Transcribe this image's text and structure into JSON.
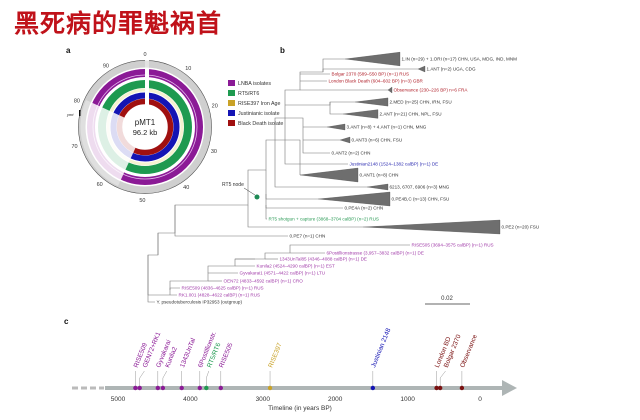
{
  "title": "黑死病的罪魁祸首",
  "panel_labels": {
    "a": "a",
    "b": "b",
    "c": "c"
  },
  "panel_a": {
    "plasmid_name": "pMT1",
    "plasmid_size": "96.2 kb",
    "gene_label": "ymt",
    "ticks": [
      "0",
      "10",
      "20",
      "30",
      "40",
      "50",
      "60",
      "70",
      "80",
      "90"
    ],
    "legend": [
      {
        "label": "LNBA isolates",
        "color": "#8b1a96"
      },
      {
        "label": "RT5/RT6",
        "color": "#1e9a50"
      },
      {
        "label": "RISE397 Iron Age",
        "color": "#c9a227"
      },
      {
        "label": "Justinianic isolate",
        "color": "#1414b4"
      },
      {
        "label": "Black Death isolate",
        "color": "#a01010"
      }
    ]
  },
  "panel_b": {
    "node_label": "RT5 node",
    "scale_label": "0.02",
    "leaves": [
      {
        "label": "1.IN (n=29) + 1.ORI (n=17) CHN, USA, MDG, IND, MNM",
        "color": "#333333"
      },
      {
        "label": "1.ANT (n=2) UGA, CDG",
        "color": "#333333"
      },
      {
        "label": "Bolgar 2370 (589–550 BP) (n=1) RUS",
        "color": "#b0202a"
      },
      {
        "label": "London Black Death (604–602 BP) (n=3) GBR",
        "color": "#b0202a"
      },
      {
        "label": "Observance (230–226 BP) n=6 FRA",
        "color": "#b0202a"
      },
      {
        "label": "2.MED (n=25) CHN, IRN, FSU",
        "color": "#333333"
      },
      {
        "label": "2.ANT (n=21) CHN, NPL, FSU",
        "color": "#333333"
      },
      {
        "label": "3.ANT (n=8) + 4.ANT (n=1) CHN, MNG",
        "color": "#333333"
      },
      {
        "label": "0.ANT3 (n=6) CHN, FSU",
        "color": "#333333"
      },
      {
        "label": "0.ANT2 (n=2) CHN",
        "color": "#333333"
      },
      {
        "label": "Justinian2148 (1524–1382 calBP) (n=1) DE",
        "color": "#2a2ab0"
      },
      {
        "label": "0.ANT1 (n=8) CHN",
        "color": "#333333"
      },
      {
        "label": "6213, 6707, 6906 (n=3) MNG",
        "color": "#333333"
      },
      {
        "label": "0.PE4B,C (n=13) CHN, FSU",
        "color": "#333333"
      },
      {
        "label": "0.PE4A (n=2) CHN",
        "color": "#333333"
      },
      {
        "label": "RT5 shotgun + capture (3868–3704 calBP) (n=2) RUS",
        "color": "#2a9a55"
      },
      {
        "label": "0.PE2 (n=20) FSU",
        "color": "#333333"
      },
      {
        "label": "0.PE7 (n=1) CHN",
        "color": "#333333"
      },
      {
        "label": "RISE505 (3694–3575 calBP) (n=1) RUS",
        "color": "#a03aa8"
      },
      {
        "label": "6Postillionstrasse (3,957–3832 calBP) (n=1) DE",
        "color": "#a03aa8"
      },
      {
        "label": "1343UnTal85 (4346–4088 calBP) (n=1) DE",
        "color": "#a03aa8"
      },
      {
        "label": "Kunila2 (4524–4290 calBP) (n=1) EST",
        "color": "#a03aa8"
      },
      {
        "label": "Gyvakarai1 (4571–4422 calBP) (n=1) LTU",
        "color": "#a03aa8"
      },
      {
        "label": "OEN72 (4833–4592 calBP) (n=1) CRO",
        "color": "#a03aa8"
      },
      {
        "label": "RISE509 (4836–4625 calBP) (n=1) RUS",
        "color": "#a03aa8"
      },
      {
        "label": "RK1.001 (4828–4622 calBP) (n=1) RUS",
        "color": "#a03aa8"
      },
      {
        "label": "Y. pseudotuberculosis IP32953 (outgroup)",
        "color": "#333333"
      }
    ]
  },
  "panel_c": {
    "axis_label": "Timeline (in years BP)",
    "ticks": [
      5000,
      4000,
      3000,
      2000,
      1000,
      0
    ],
    "events": [
      {
        "label": "RISE509",
        "year": 4760,
        "color": "#8b1a96"
      },
      {
        "label": "GEN72+RK1",
        "year": 4700,
        "color": "#8b1a96"
      },
      {
        "label": "Gyvakarai",
        "year": 4450,
        "color": "#8b1a96"
      },
      {
        "label": "Kunila2",
        "year": 4380,
        "color": "#8b1a96"
      },
      {
        "label": "1343UnTal",
        "year": 4120,
        "color": "#8b1a96"
      },
      {
        "label": "6Postillionstr.",
        "year": 3870,
        "color": "#8b1a96"
      },
      {
        "label": "RT5/RT6",
        "year": 3780,
        "color": "#1e9a50"
      },
      {
        "label": "RISE505",
        "year": 3580,
        "color": "#8b1a96"
      },
      {
        "label": "RISE397",
        "year": 2900,
        "color": "#c9a227"
      },
      {
        "label": "Justinian 2148",
        "year": 1480,
        "color": "#1414b4"
      },
      {
        "label": "London BD",
        "year": 600,
        "color": "#7a1010"
      },
      {
        "label": "Bolgar 2370",
        "year": 550,
        "color": "#7a1010"
      },
      {
        "label": "Observance",
        "year": 250,
        "color": "#7a1010"
      }
    ]
  }
}
